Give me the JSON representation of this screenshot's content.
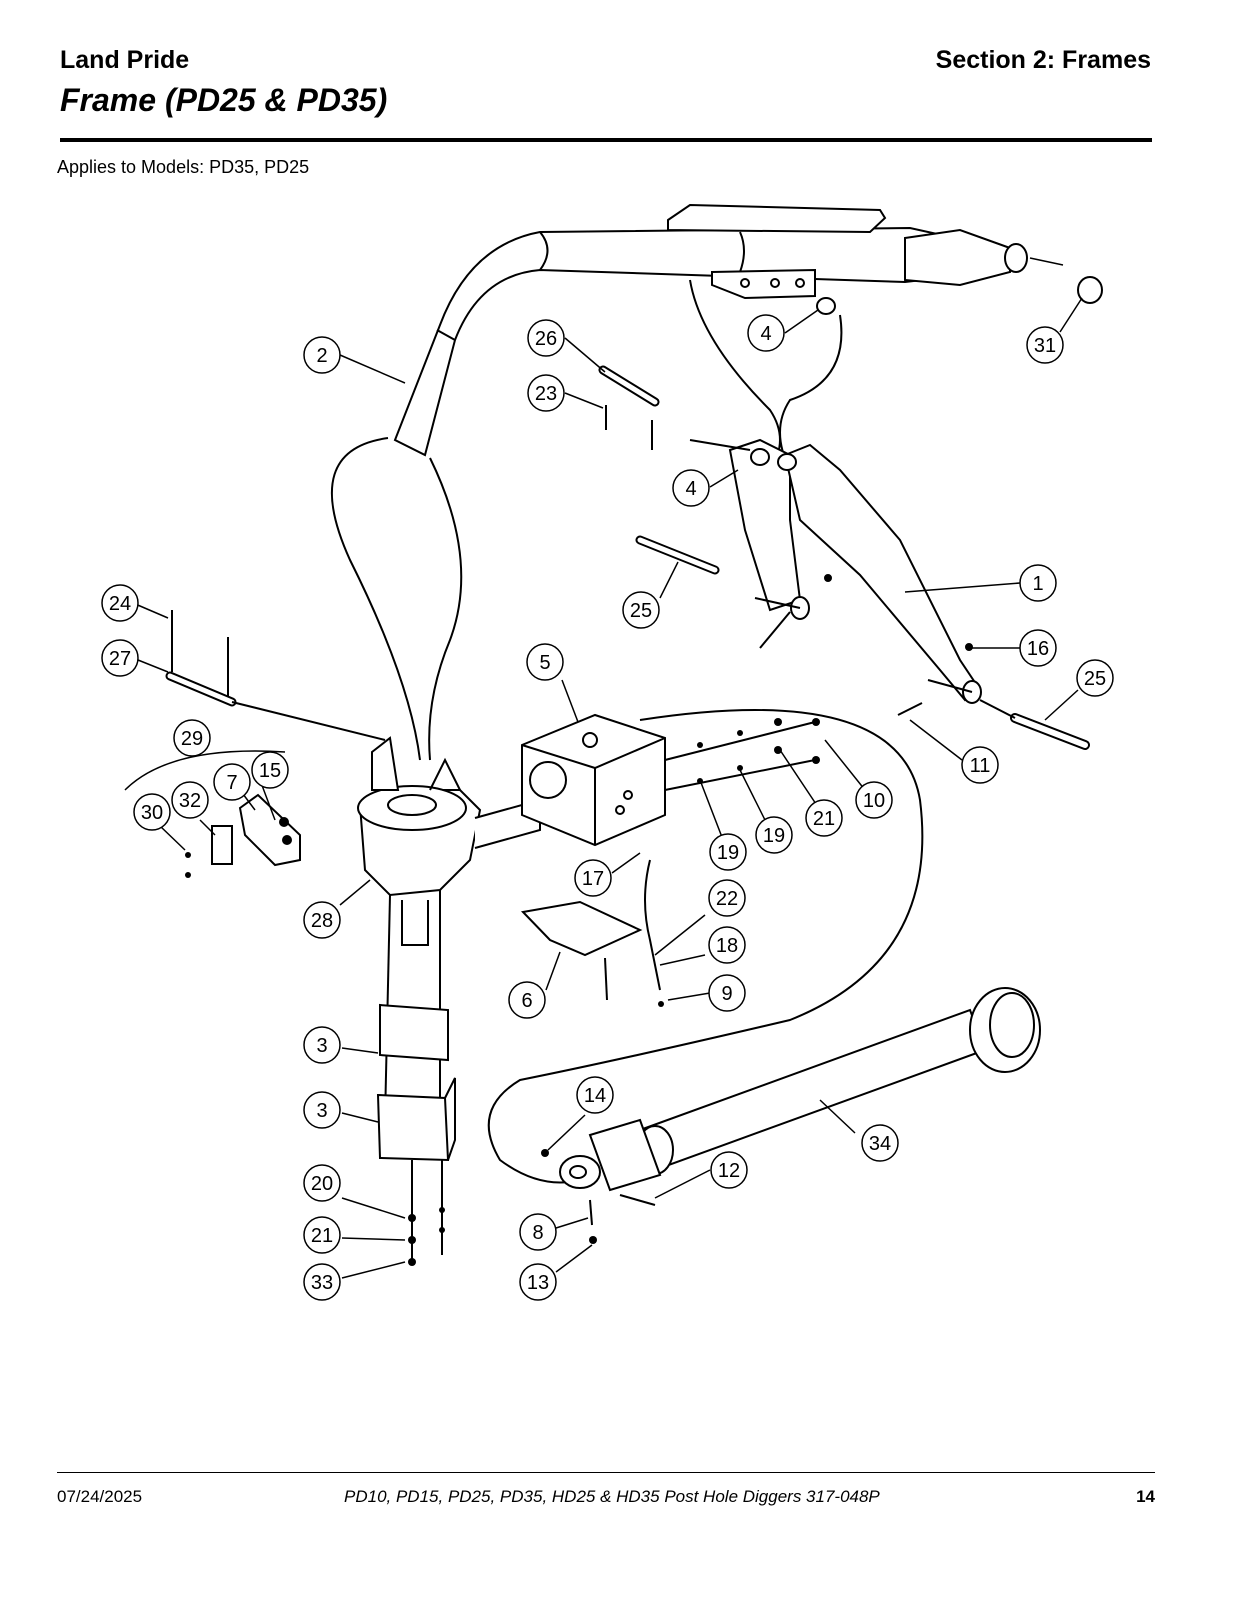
{
  "header": {
    "brand": "Land Pride",
    "section": "Section 2: Frames",
    "title": "Frame (PD25 & PD35)"
  },
  "applies_to": "Applies to Models: PD35, PD25",
  "callouts": [
    "2",
    "26",
    "23",
    "4",
    "31",
    "4",
    "1",
    "25",
    "16",
    "25",
    "11",
    "10",
    "21",
    "19",
    "19",
    "24",
    "27",
    "5",
    "29",
    "15",
    "7",
    "32",
    "30",
    "28",
    "17",
    "22",
    "18",
    "6",
    "9",
    "3",
    "3",
    "20",
    "21",
    "33",
    "14",
    "34",
    "12",
    "8",
    "13"
  ],
  "footer": {
    "date": "07/24/2025",
    "doc": "PD10, PD15, PD25, PD35, HD25 & HD35  Post Hole Diggers  317-048P",
    "page": "14"
  }
}
